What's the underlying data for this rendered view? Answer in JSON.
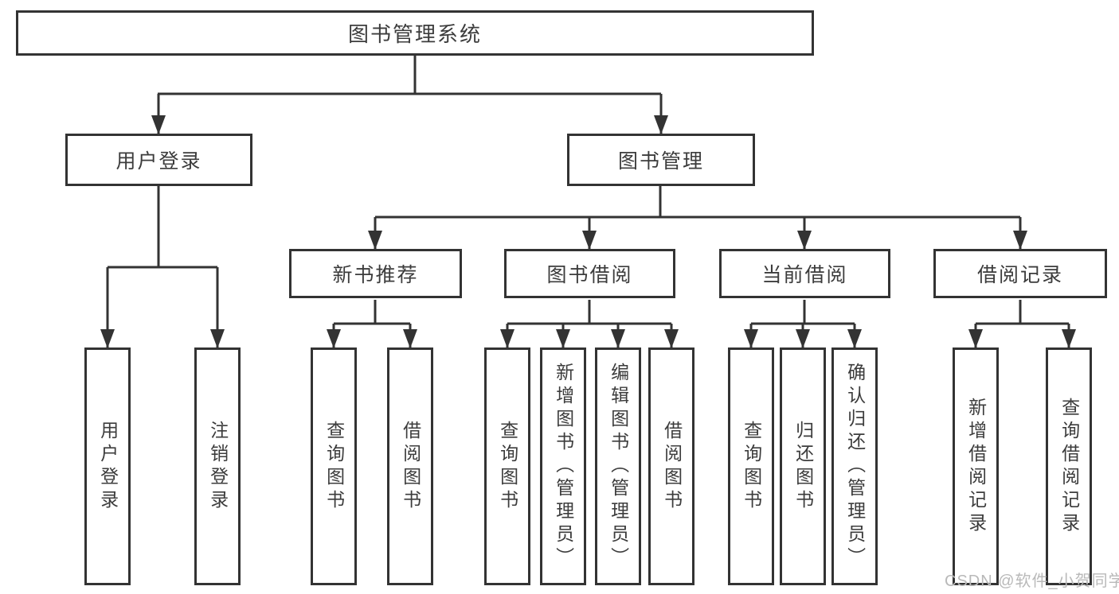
{
  "tree": {
    "root": "图书管理系统",
    "branches": [
      {
        "label": "用户登录",
        "children": [
          "用户登录",
          "注销登录"
        ]
      },
      {
        "label": "图书管理",
        "groups": [
          {
            "label": "新书推荐",
            "children": [
              "查询图书",
              "借阅图书"
            ]
          },
          {
            "label": "图书借阅",
            "children": [
              "查询图书",
              "新增图书（管理员）",
              "编辑图书（管理员）",
              "借阅图书"
            ]
          },
          {
            "label": "当前借阅",
            "children": [
              "查询图书",
              "归还图书",
              "确认归还（管理员）"
            ]
          },
          {
            "label": "借阅记录",
            "children": [
              "新增借阅记录",
              "查询借阅记录"
            ]
          }
        ]
      }
    ]
  },
  "watermark": "CSDN @软件_小贺同学",
  "colors": {
    "line": "#333333",
    "text": "#3c3c3c",
    "watermark": "#b9b9b9",
    "background": "#ffffff"
  }
}
